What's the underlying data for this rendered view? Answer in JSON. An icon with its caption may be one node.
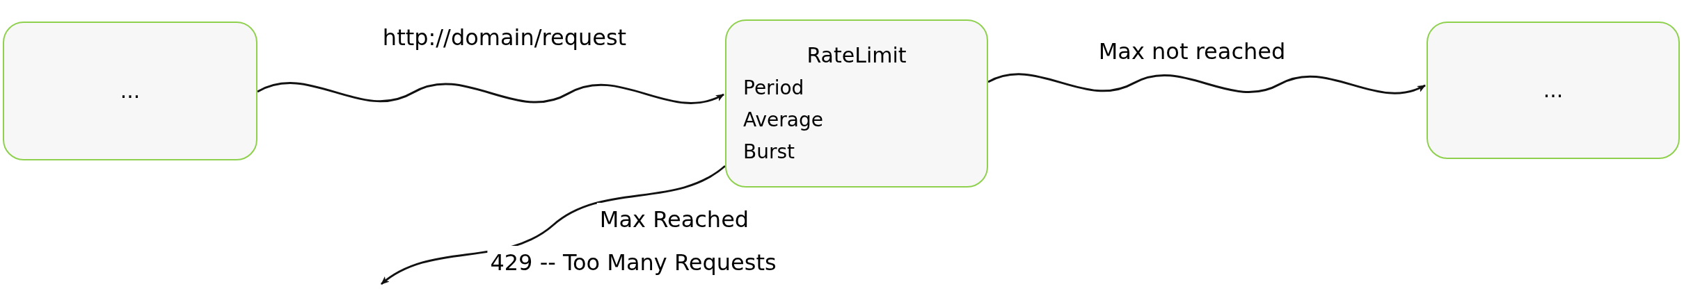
{
  "diagram": {
    "nodes": [
      {
        "text": [
          "..."
        ]
      },
      {
        "text": [
          "RateLimit",
          "Period",
          "Average",
          "Burst"
        ]
      },
      {
        "text": [
          "..."
        ]
      }
    ],
    "edges": [
      {
        "from": 0,
        "to": 1,
        "arrow": "to",
        "label": "http://domain/request"
      },
      {
        "from": 1,
        "to": 2,
        "arrow": "to",
        "label": "Max not reached"
      },
      {
        "from": 1,
        "to": null,
        "arrow": "to",
        "label": "Max Reached"
      }
    ],
    "labels": [
      "429 -- Too Many Requests"
    ]
  }
}
